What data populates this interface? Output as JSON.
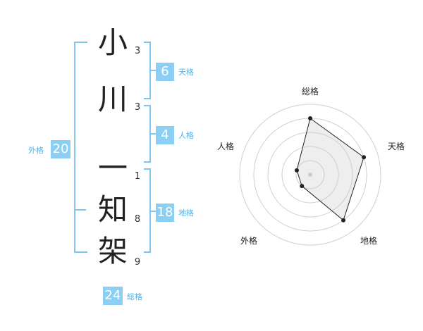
{
  "name_chars": [
    {
      "char": "小",
      "strokes": "3"
    },
    {
      "char": "川",
      "strokes": "3"
    },
    {
      "char": "一",
      "strokes": "1"
    },
    {
      "char": "知",
      "strokes": "8"
    },
    {
      "char": "架",
      "strokes": "9"
    }
  ],
  "fortune": {
    "tenkaku": {
      "value": "6",
      "label": "天格"
    },
    "jinkaku": {
      "value": "4",
      "label": "人格"
    },
    "chikaku": {
      "value": "18",
      "label": "地格"
    },
    "gaikaku": {
      "value": "20",
      "label": "外格"
    },
    "soukaku": {
      "value": "24",
      "label": "総格"
    }
  },
  "colors": {
    "accent": "#8ccff5",
    "bracket": "#7fc6ef",
    "label": "#4fb3ef"
  },
  "chart_data": {
    "type": "radar",
    "axes": [
      "総格",
      "天格",
      "地格",
      "外格",
      "人格"
    ],
    "values": [
      4,
      4,
      4,
      1,
      1
    ],
    "max": 5,
    "grid": true
  }
}
